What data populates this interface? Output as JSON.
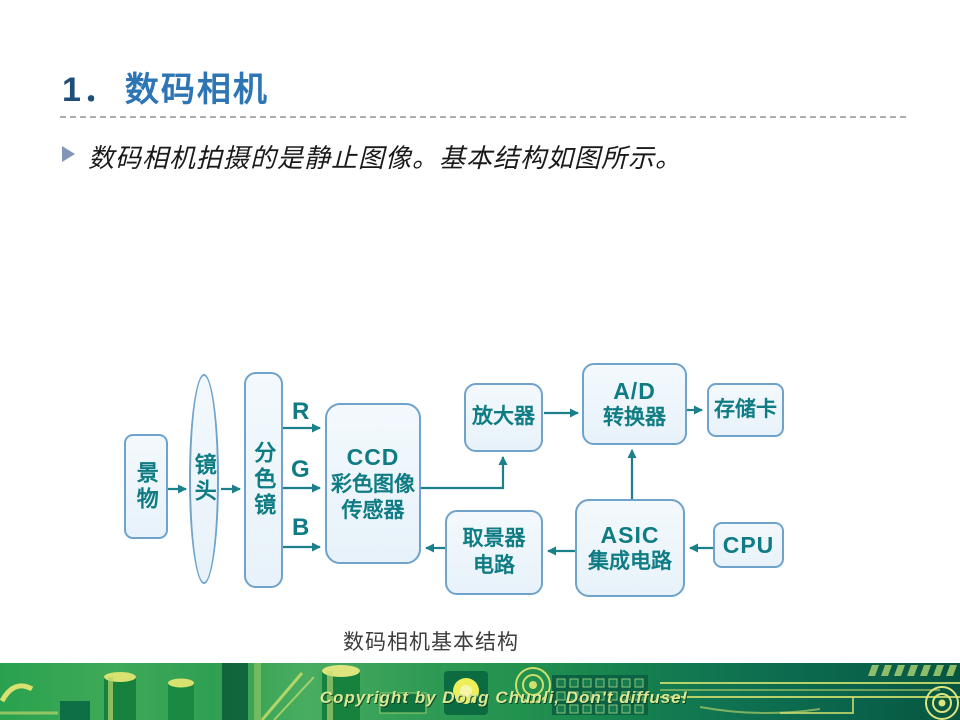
{
  "slide": {
    "title_number": "1．",
    "title_text": "数码相机",
    "bullet_text": "数码相机拍摄的是静止图像。基本结构如图所示。",
    "caption": "数码相机基本结构",
    "footer_text": "Copyright by Dong Chunli, Don't diffuse!"
  },
  "diagram": {
    "nodes": {
      "scene": "景物",
      "lens": "镜头",
      "splitter": "分色镜",
      "ccd_line1": "CCD",
      "ccd_line2": "彩色图像",
      "ccd_line3": "传感器",
      "amplifier": "放大器",
      "adc_line1": "A/D",
      "adc_line2": "转换器",
      "memory_card": "存储卡",
      "viewfinder_line1": "取景器",
      "viewfinder_line2": "电路",
      "asic_line1": "ASIC",
      "asic_line2": "集成电路",
      "cpu": "CPU"
    },
    "channel_labels": {
      "r": "R",
      "g": "G",
      "b": "B"
    }
  },
  "colors": {
    "title_number": "#1f4e79",
    "title": "#2e75b6",
    "separator": "#adadad",
    "bullet_marker": "#8496b8",
    "body_text": "#1a1a1a",
    "box_fill": "#ecf5fb",
    "box_border": "#6fa3cc",
    "box_text": "#0f7c84",
    "arrow": "#1b808a",
    "caption": "#3d3d3d",
    "footer_text": "#dbe795"
  }
}
